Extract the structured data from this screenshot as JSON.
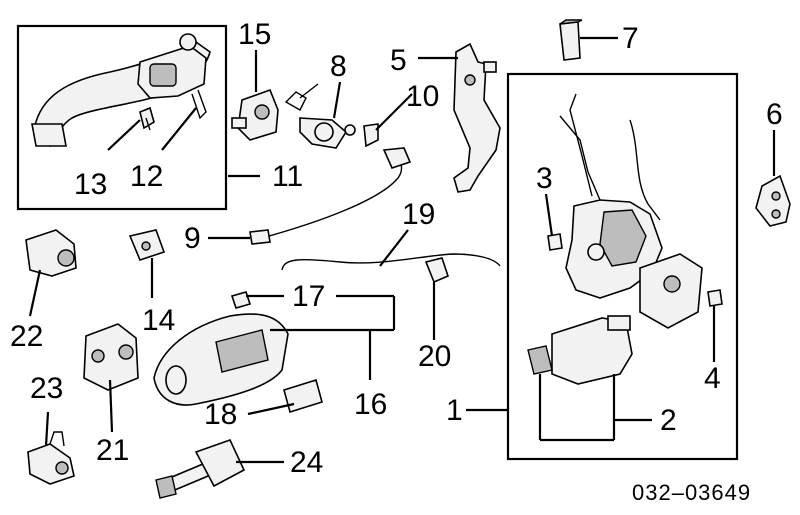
{
  "diagram": {
    "code": "032–03649",
    "callouts": {
      "c1": "1",
      "c2": "2",
      "c3": "3",
      "c4": "4",
      "c5": "5",
      "c6": "6",
      "c7": "7",
      "c8": "8",
      "c9": "9",
      "c10": "10",
      "c11": "11",
      "c12": "12",
      "c13": "13",
      "c14": "14",
      "c15": "15",
      "c16": "16",
      "c17": "17",
      "c18": "18",
      "c19": "19",
      "c20": "20",
      "c21": "21",
      "c22": "22",
      "c23": "23",
      "c24": "24"
    }
  }
}
